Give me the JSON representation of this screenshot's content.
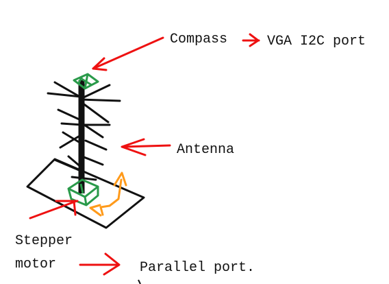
{
  "labels": {
    "compass": "Compass",
    "vga": "VGA I2C port",
    "antenna": "Antenna",
    "stepper_line1": "Stepper",
    "stepper_line2": "motor",
    "parallel": "Parallel port."
  },
  "colors": {
    "arrow": "#ee1111",
    "device": "#2a9a4a",
    "rotation": "#ff9a1a",
    "sketch": "#111111"
  }
}
